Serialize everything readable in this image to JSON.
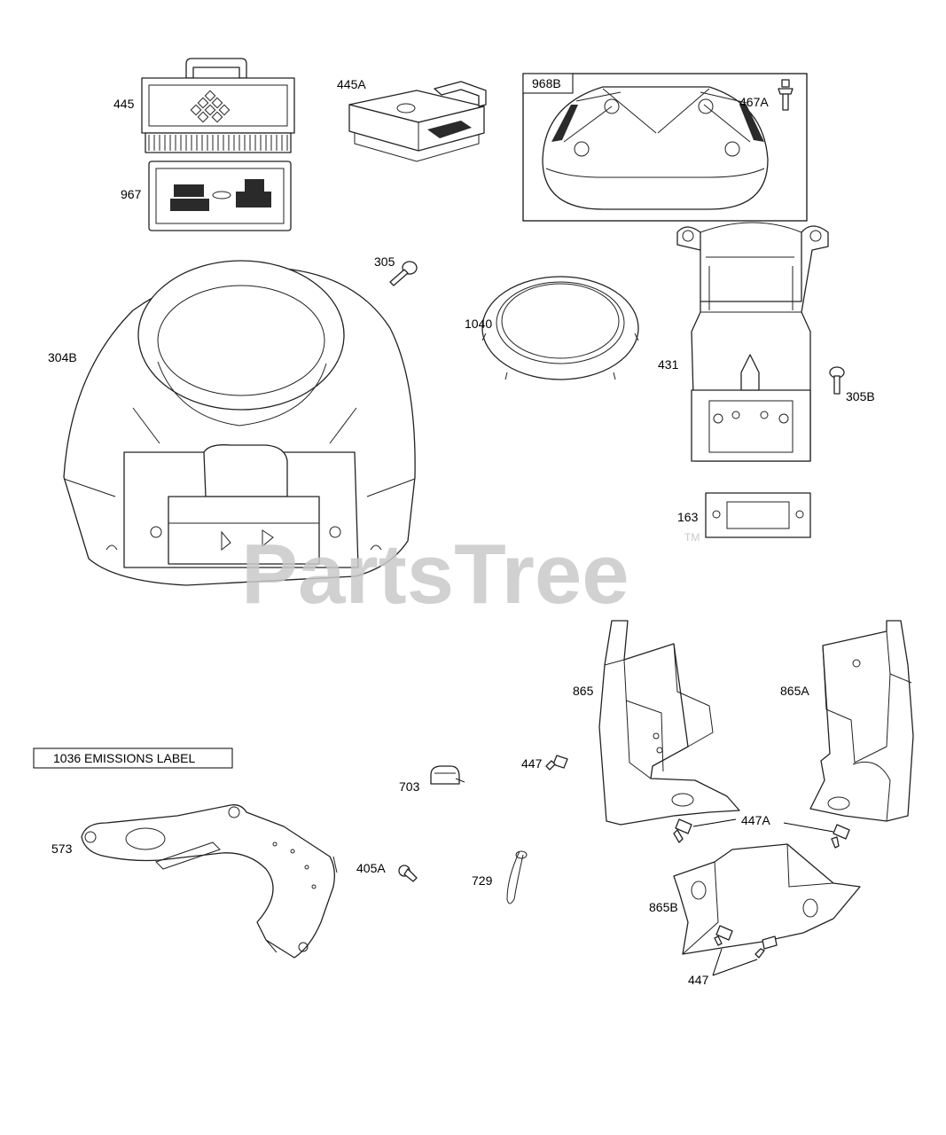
{
  "callouts": {
    "p445": "445",
    "p445a": "445A",
    "p968b": "968B",
    "p467a": "467A",
    "p967": "967",
    "p305": "305",
    "p304b": "304B",
    "p1040": "1040",
    "p431": "431",
    "p305b": "305B",
    "p163": "163",
    "p865": "865",
    "p865a": "865A",
    "p447_top": "447",
    "p447a": "447A",
    "p703": "703",
    "p573": "573",
    "p405a": "405A",
    "p729": "729",
    "p865b": "865B",
    "p447_bottom": "447"
  },
  "emissions_label": "1036 EMISSIONS LABEL",
  "watermark": {
    "brand": "PartsTree",
    "trademark": "TM"
  },
  "icons": [
    "air-filter",
    "air-cleaner-base",
    "cover",
    "screw",
    "blower-housing",
    "gasket",
    "adapter",
    "shield",
    "clip",
    "baffle"
  ]
}
